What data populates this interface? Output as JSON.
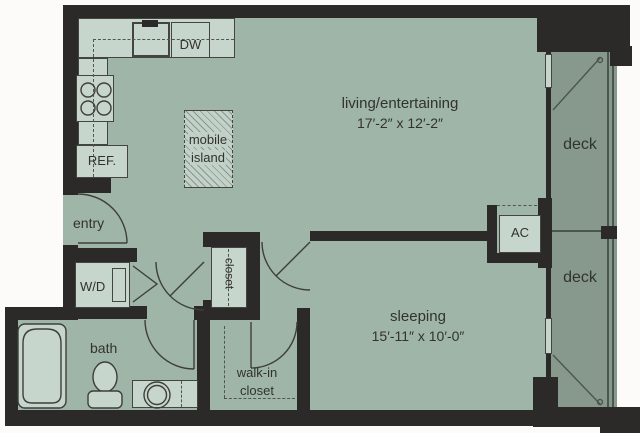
{
  "rooms": {
    "living": {
      "label": "living/entertaining",
      "dims": "17′-2″ x 12′-2″"
    },
    "sleeping": {
      "label": "sleeping",
      "dims": "15′-11″ x 10′-0″"
    },
    "entry": {
      "label": "entry"
    },
    "bath": {
      "label": "bath"
    },
    "hall_closet": {
      "label": "closet"
    },
    "walk_in_closet": {
      "line1": "walk-in",
      "line2": "closet"
    },
    "deck_upper": {
      "label": "deck"
    },
    "deck_lower": {
      "label": "deck"
    }
  },
  "appliances": {
    "dishwasher": "DW",
    "refrigerator": "REF.",
    "washer_dryer": "W/D",
    "air_conditioner": "AC",
    "island": {
      "line1": "mobile",
      "line2": "island"
    }
  },
  "colors": {
    "wall": "#2b2a28",
    "room_floor": "#9fb5a8",
    "deck_floor": "#87998c",
    "fixture_fill": "#c7d6cc",
    "line": "#3e3e3b",
    "text": "#32322f",
    "background": "#fcfbf9"
  }
}
